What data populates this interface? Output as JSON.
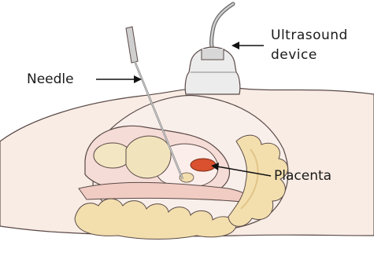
{
  "labels": {
    "needle": "Needle",
    "ultrasound_line1": "Ultrasound",
    "ultrasound_line2": "device",
    "placenta": "Placenta"
  },
  "colors": {
    "skin": "#f8ece4",
    "skin_shade": "#eccfc4",
    "outline": "#5a4a48",
    "uterus": "#f6dcd6",
    "intestine": "#f3dfae",
    "intestine_shade": "#e2c487",
    "device": "#ececec",
    "placenta": "#d9512f",
    "needle": "#8a8a8a"
  }
}
